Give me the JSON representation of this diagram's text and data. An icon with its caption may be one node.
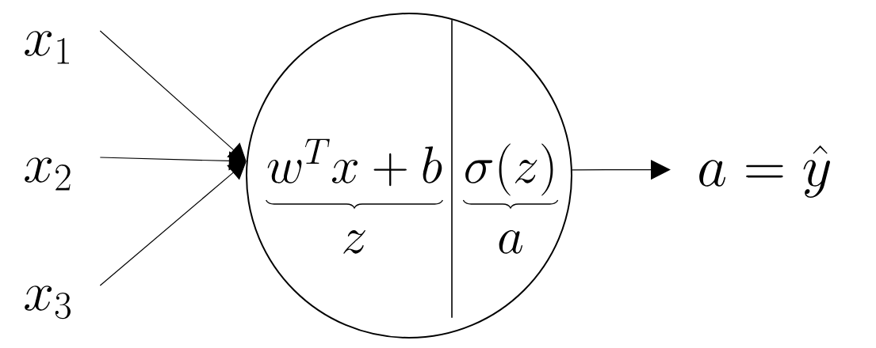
{
  "diagram": {
    "nodes": [
      {
        "text": [
          "x_1"
        ]
      },
      {
        "text": [
          "x_2"
        ]
      },
      {
        "text": [
          "x_3"
        ]
      },
      {
        "text": [
          "w^{T}x+b",
          "z",
          "\\sigma(z)",
          "a"
        ]
      },
      {
        "text": [
          "a=\\hat{y}"
        ]
      }
    ],
    "edges": [
      {
        "from": 0,
        "to": 3,
        "arrow": "to"
      },
      {
        "from": 1,
        "to": 3,
        "arrow": "to"
      },
      {
        "from": 2,
        "to": 3,
        "arrow": "to"
      },
      {
        "from": 3,
        "to": 4,
        "arrow": "to"
      }
    ]
  }
}
